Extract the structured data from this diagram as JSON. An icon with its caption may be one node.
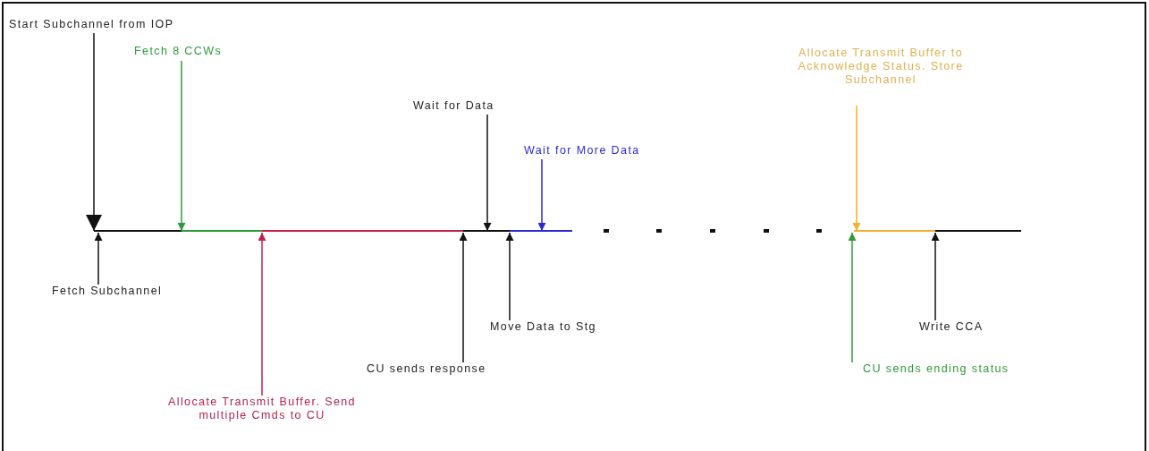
{
  "diagram": {
    "nodes": [
      {
        "text": [
          "Start Subchannel from IOP"
        ]
      },
      {
        "text": [
          "Fetch 8 CCWs"
        ]
      },
      {
        "text": [
          "Wait for Data"
        ]
      },
      {
        "text": [
          "Wait for More Data"
        ]
      },
      {
        "text": [
          "Allocate Transmit Buffer to Acknowledge Status. Store Subchannel"
        ]
      },
      {
        "text": [
          "Fetch Subchannel"
        ]
      },
      {
        "text": [
          "Move Data to Stg"
        ]
      },
      {
        "text": [
          "Write CCA"
        ]
      },
      {
        "text": [
          "CU sends response"
        ]
      },
      {
        "text": [
          "CU sends ending status"
        ]
      },
      {
        "text": [
          "Allocate Transmit Buffer. Send multiple Cmds to CU"
        ]
      }
    ],
    "edges": [
      {
        "from": 0,
        "to": null,
        "arrow": "to"
      },
      {
        "from": 1,
        "to": null,
        "arrow": "to",
        "color": "#2e9a3a"
      },
      {
        "from": 2,
        "to": null,
        "arrow": "to"
      },
      {
        "from": 3,
        "to": null,
        "arrow": "to",
        "color": "#2a2ad0"
      },
      {
        "from": 4,
        "to": null,
        "arrow": "to",
        "color": "#f0b030"
      },
      {
        "from": 5,
        "to": null,
        "arrow": "to"
      },
      {
        "from": 6,
        "to": null,
        "arrow": "to"
      },
      {
        "from": 7,
        "to": null,
        "arrow": "to"
      },
      {
        "from": 8,
        "to": null,
        "arrow": "to"
      },
      {
        "from": 9,
        "to": null,
        "arrow": "to",
        "color": "#2e9a3a"
      },
      {
        "from": 10,
        "to": null,
        "arrow": "to",
        "color": "#c0224a"
      }
    ]
  }
}
